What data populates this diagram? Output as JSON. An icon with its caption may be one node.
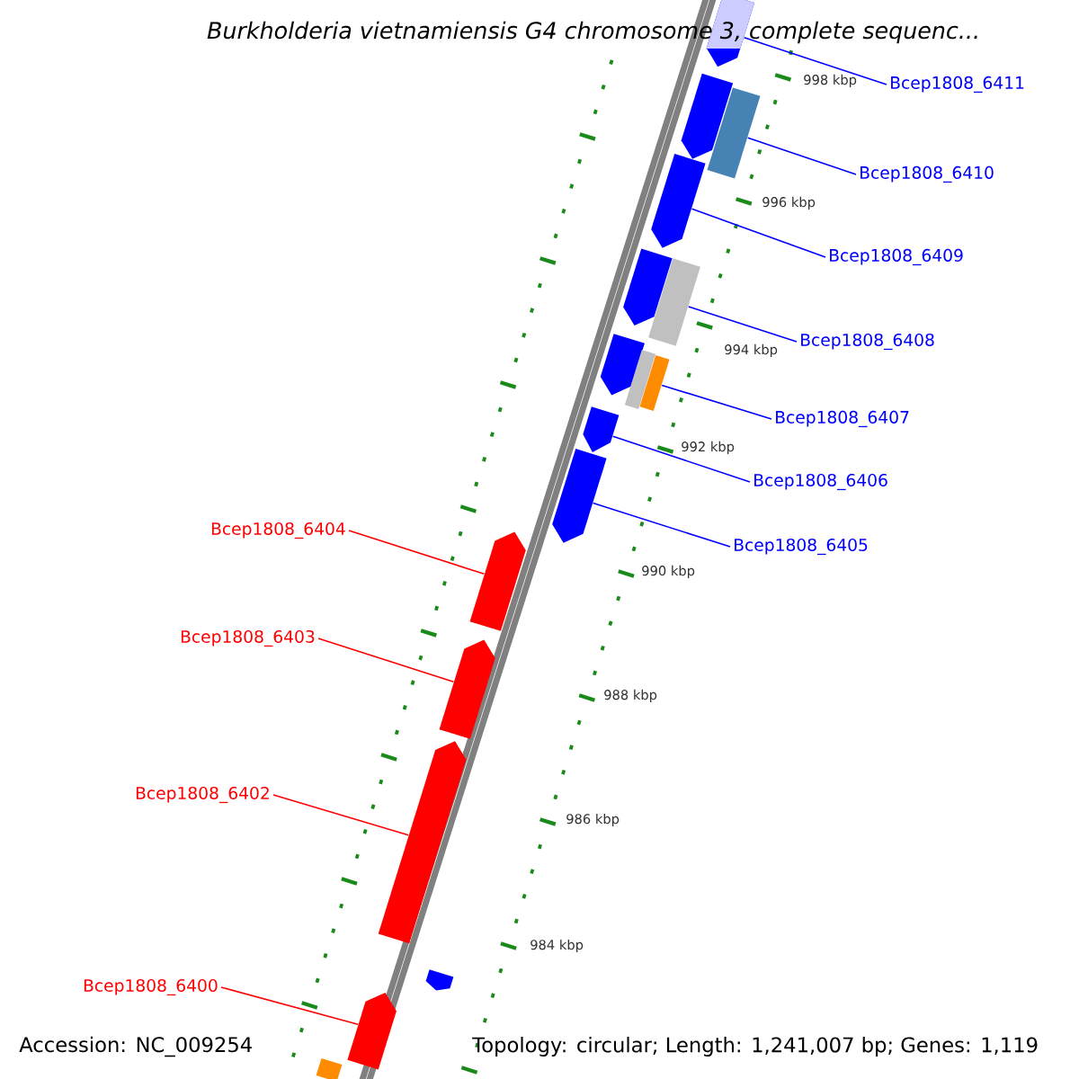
{
  "diagram": {
    "title": "*Burkholderia vietnamiensis* G4 chromosome 3, complete sequenc...",
    "nodes": [
      {
        "text": [],
        "shape": "pentagon"
      },
      {
        "text": [],
        "shape": "pentagon"
      },
      {
        "text": [],
        "shape": "box"
      },
      {
        "text": [],
        "shape": "pentagon"
      },
      {
        "text": [],
        "shape": "pentagon"
      },
      {
        "text": [],
        "shape": "box"
      },
      {
        "text": [],
        "shape": "pentagon"
      },
      {
        "text": [],
        "shape": "box"
      },
      {
        "text": [],
        "shape": "box"
      },
      {
        "text": [],
        "shape": "pentagon"
      },
      {
        "text": [],
        "shape": "pentagon"
      },
      {
        "text": [],
        "shape": "pentagon"
      },
      {
        "text": [],
        "shape": "pentagon"
      },
      {
        "text": [],
        "shape": "pentagon"
      },
      {
        "text": [],
        "shape": "pentagon"
      },
      {
        "text": [],
        "shape": "pentagon"
      },
      {
        "text": [],
        "shape": "box"
      },
      {
        "text": [
          "Bcep1808_6411"
        ]
      },
      {
        "text": [
          "Bcep1808_6410"
        ]
      },
      {
        "text": [
          "Bcep1808_6409"
        ]
      },
      {
        "text": [
          "Bcep1808_6408"
        ]
      },
      {
        "text": [
          "Bcep1808_6407"
        ]
      },
      {
        "text": [
          "Bcep1808_6406"
        ]
      },
      {
        "text": [
          "Bcep1808_6405"
        ]
      },
      {
        "text": [
          "Bcep1808_6404"
        ]
      },
      {
        "text": [
          "Bcep1808_6403"
        ]
      },
      {
        "text": [
          "Bcep1808_6402"
        ]
      },
      {
        "text": [
          "Bcep1808_6400"
        ]
      }
    ],
    "edges": [
      {
        "from": 17,
        "to": 0,
        "arrow": "none"
      },
      {
        "from": 18,
        "to": 2,
        "arrow": "none"
      },
      {
        "from": 19,
        "to": 3,
        "arrow": "none"
      },
      {
        "from": 20,
        "to": 5,
        "arrow": "none"
      },
      {
        "from": 21,
        "to": 8,
        "arrow": "none"
      },
      {
        "from": 22,
        "to": 9,
        "arrow": "none"
      },
      {
        "from": 23,
        "to": 10,
        "arrow": "none"
      },
      {
        "from": 24,
        "to": 11,
        "arrow": "none",
        "color": "#ff0000"
      },
      {
        "from": 25,
        "to": 12,
        "arrow": "none",
        "color": "#ff0000"
      },
      {
        "from": 26,
        "to": 13,
        "arrow": "none",
        "color": "#ff0000"
      },
      {
        "from": 27,
        "to": 15,
        "arrow": "none",
        "color": "#ff0000"
      }
    ],
    "labels": [
      "998 kbp",
      "996 kbp",
      "994 kbp",
      "992 kbp",
      "990 kbp",
      "988 kbp",
      "986 kbp",
      "984 kbp",
      "Accession: NC_009254",
      "Topology: circular; Length: 1,241,007 bp; Genes: 1,119"
    ]
  }
}
